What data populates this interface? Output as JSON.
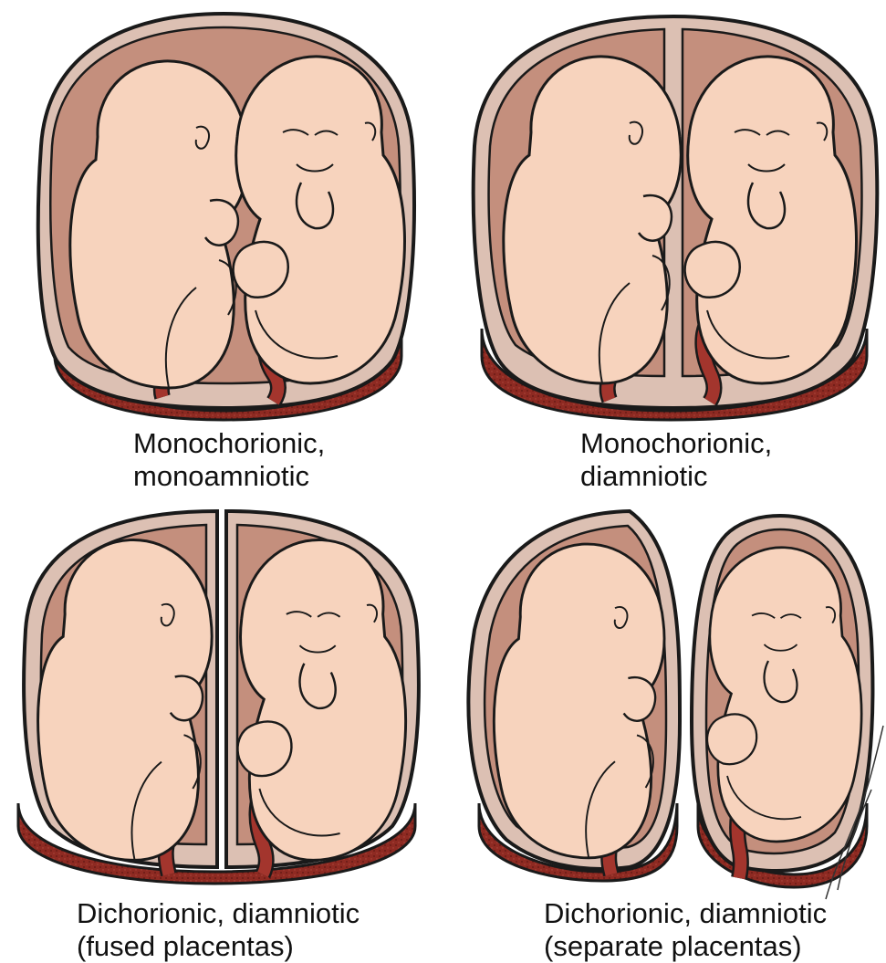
{
  "panels": [
    {
      "line1": "Monochorionic,",
      "line2": "monoamniotic"
    },
    {
      "line1": "Monochorionic,",
      "line2": "diamniotic"
    },
    {
      "line1": "Dichorionic, diamniotic",
      "line2": "(fused placentas)"
    },
    {
      "line1": "Dichorionic, diamniotic",
      "line2": "(separate placentas)"
    }
  ],
  "colors": {
    "outline": "#1a1a1a",
    "chorion": "#dcc0b3",
    "amniotic_fluid": "#c48f7d",
    "placenta": "#8e2a22",
    "skin": "#f7d3bd",
    "cord": "#a3352d"
  }
}
